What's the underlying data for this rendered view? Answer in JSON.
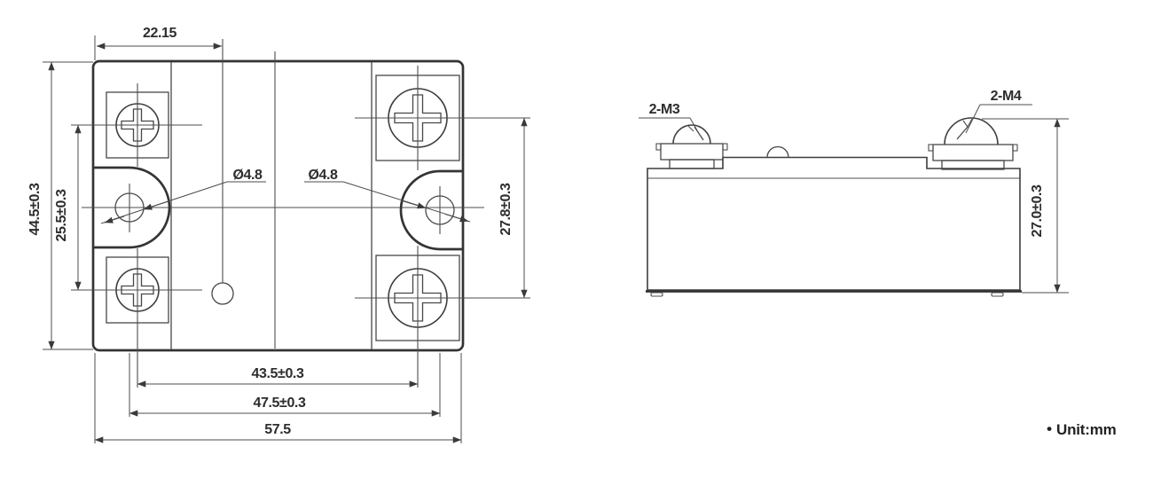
{
  "top_view": {
    "dims": {
      "led_offset": "22.15",
      "overall_height": "44.5±0.3",
      "input_terminal_pitch": "25.5±0.3",
      "output_terminal_pitch": "27.8±0.3",
      "mount_hole_dia_left": "Ø4.8",
      "mount_hole_dia_right": "Ø4.8",
      "terminal_column_span": "43.5±0.3",
      "mount_hole_span": "47.5±0.3",
      "overall_width": "57.5"
    }
  },
  "side_view": {
    "screw_label_left": "2-M3",
    "screw_label_right": "2-M4",
    "overall_height_dim": "27.0±0.3"
  },
  "note": {
    "bullet": "•",
    "text": "Unit:mm"
  }
}
